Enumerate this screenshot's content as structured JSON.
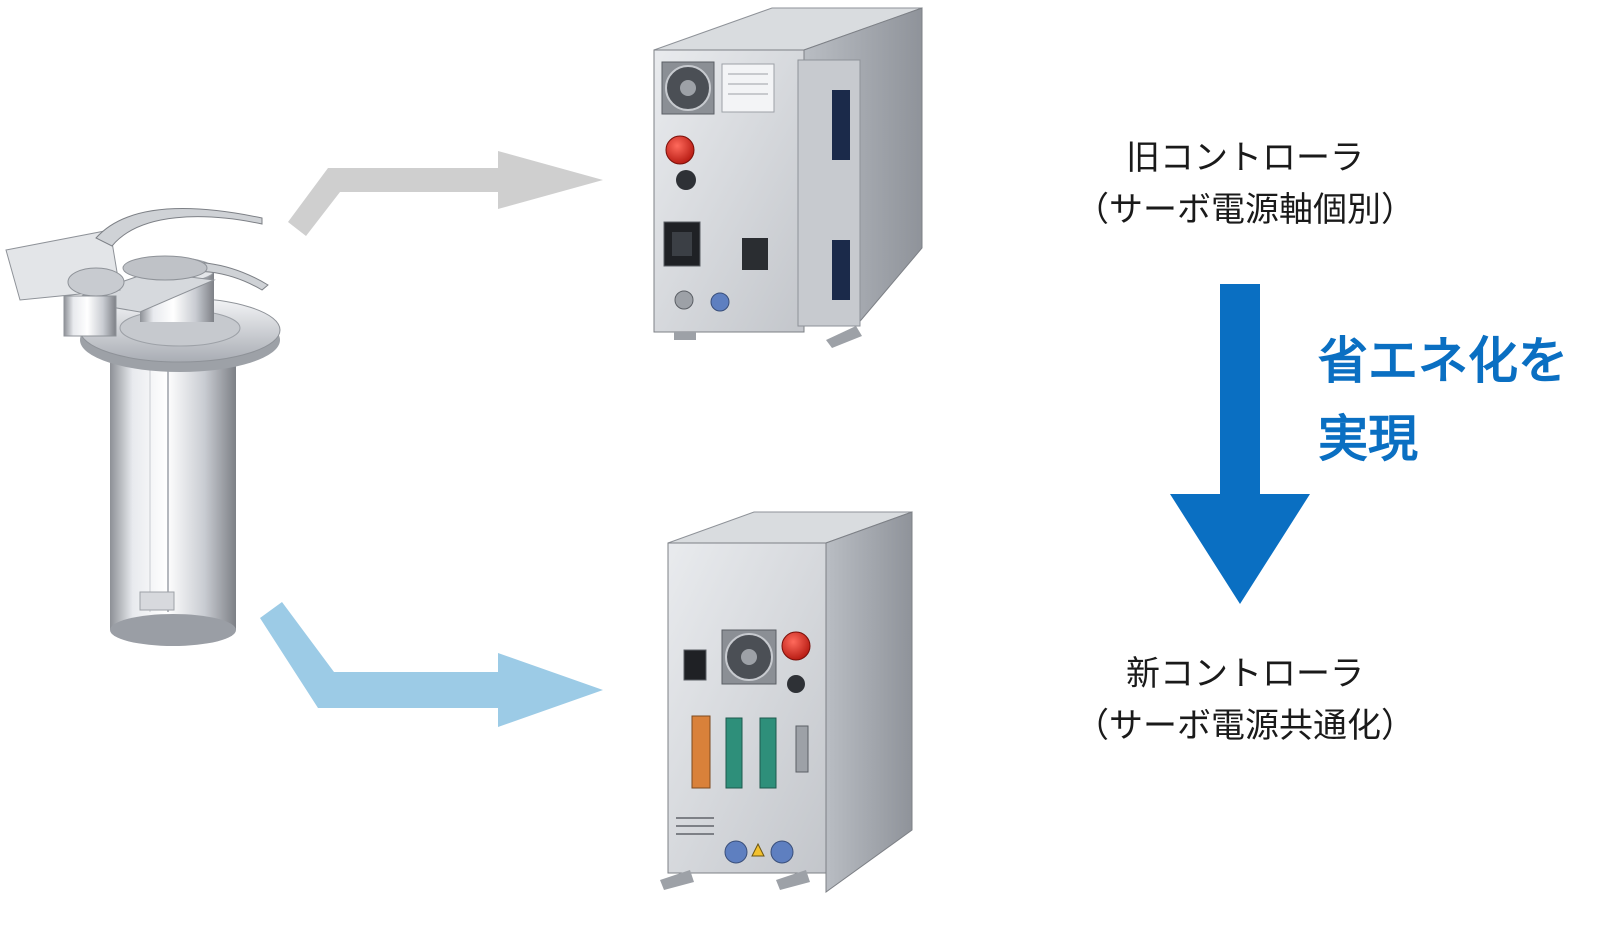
{
  "old_controller": {
    "title": "旧コントローラ",
    "subtitle": "（サーボ電源軸個別）"
  },
  "new_controller": {
    "title": "新コントローラ",
    "subtitle": "（サーボ電源共通化）"
  },
  "effect": {
    "line1": "省エネ化を",
    "line2": "実現"
  },
  "colors": {
    "old_arrow": "#cfcfcf",
    "new_arrow": "#9ccbe6",
    "transition_arrow": "#0a6fc2",
    "effect_text": "#0a6fc2"
  },
  "icons": {
    "robot": "scara-robot-arm",
    "old_unit": "old-controller-unit",
    "new_unit": "new-controller-unit"
  }
}
